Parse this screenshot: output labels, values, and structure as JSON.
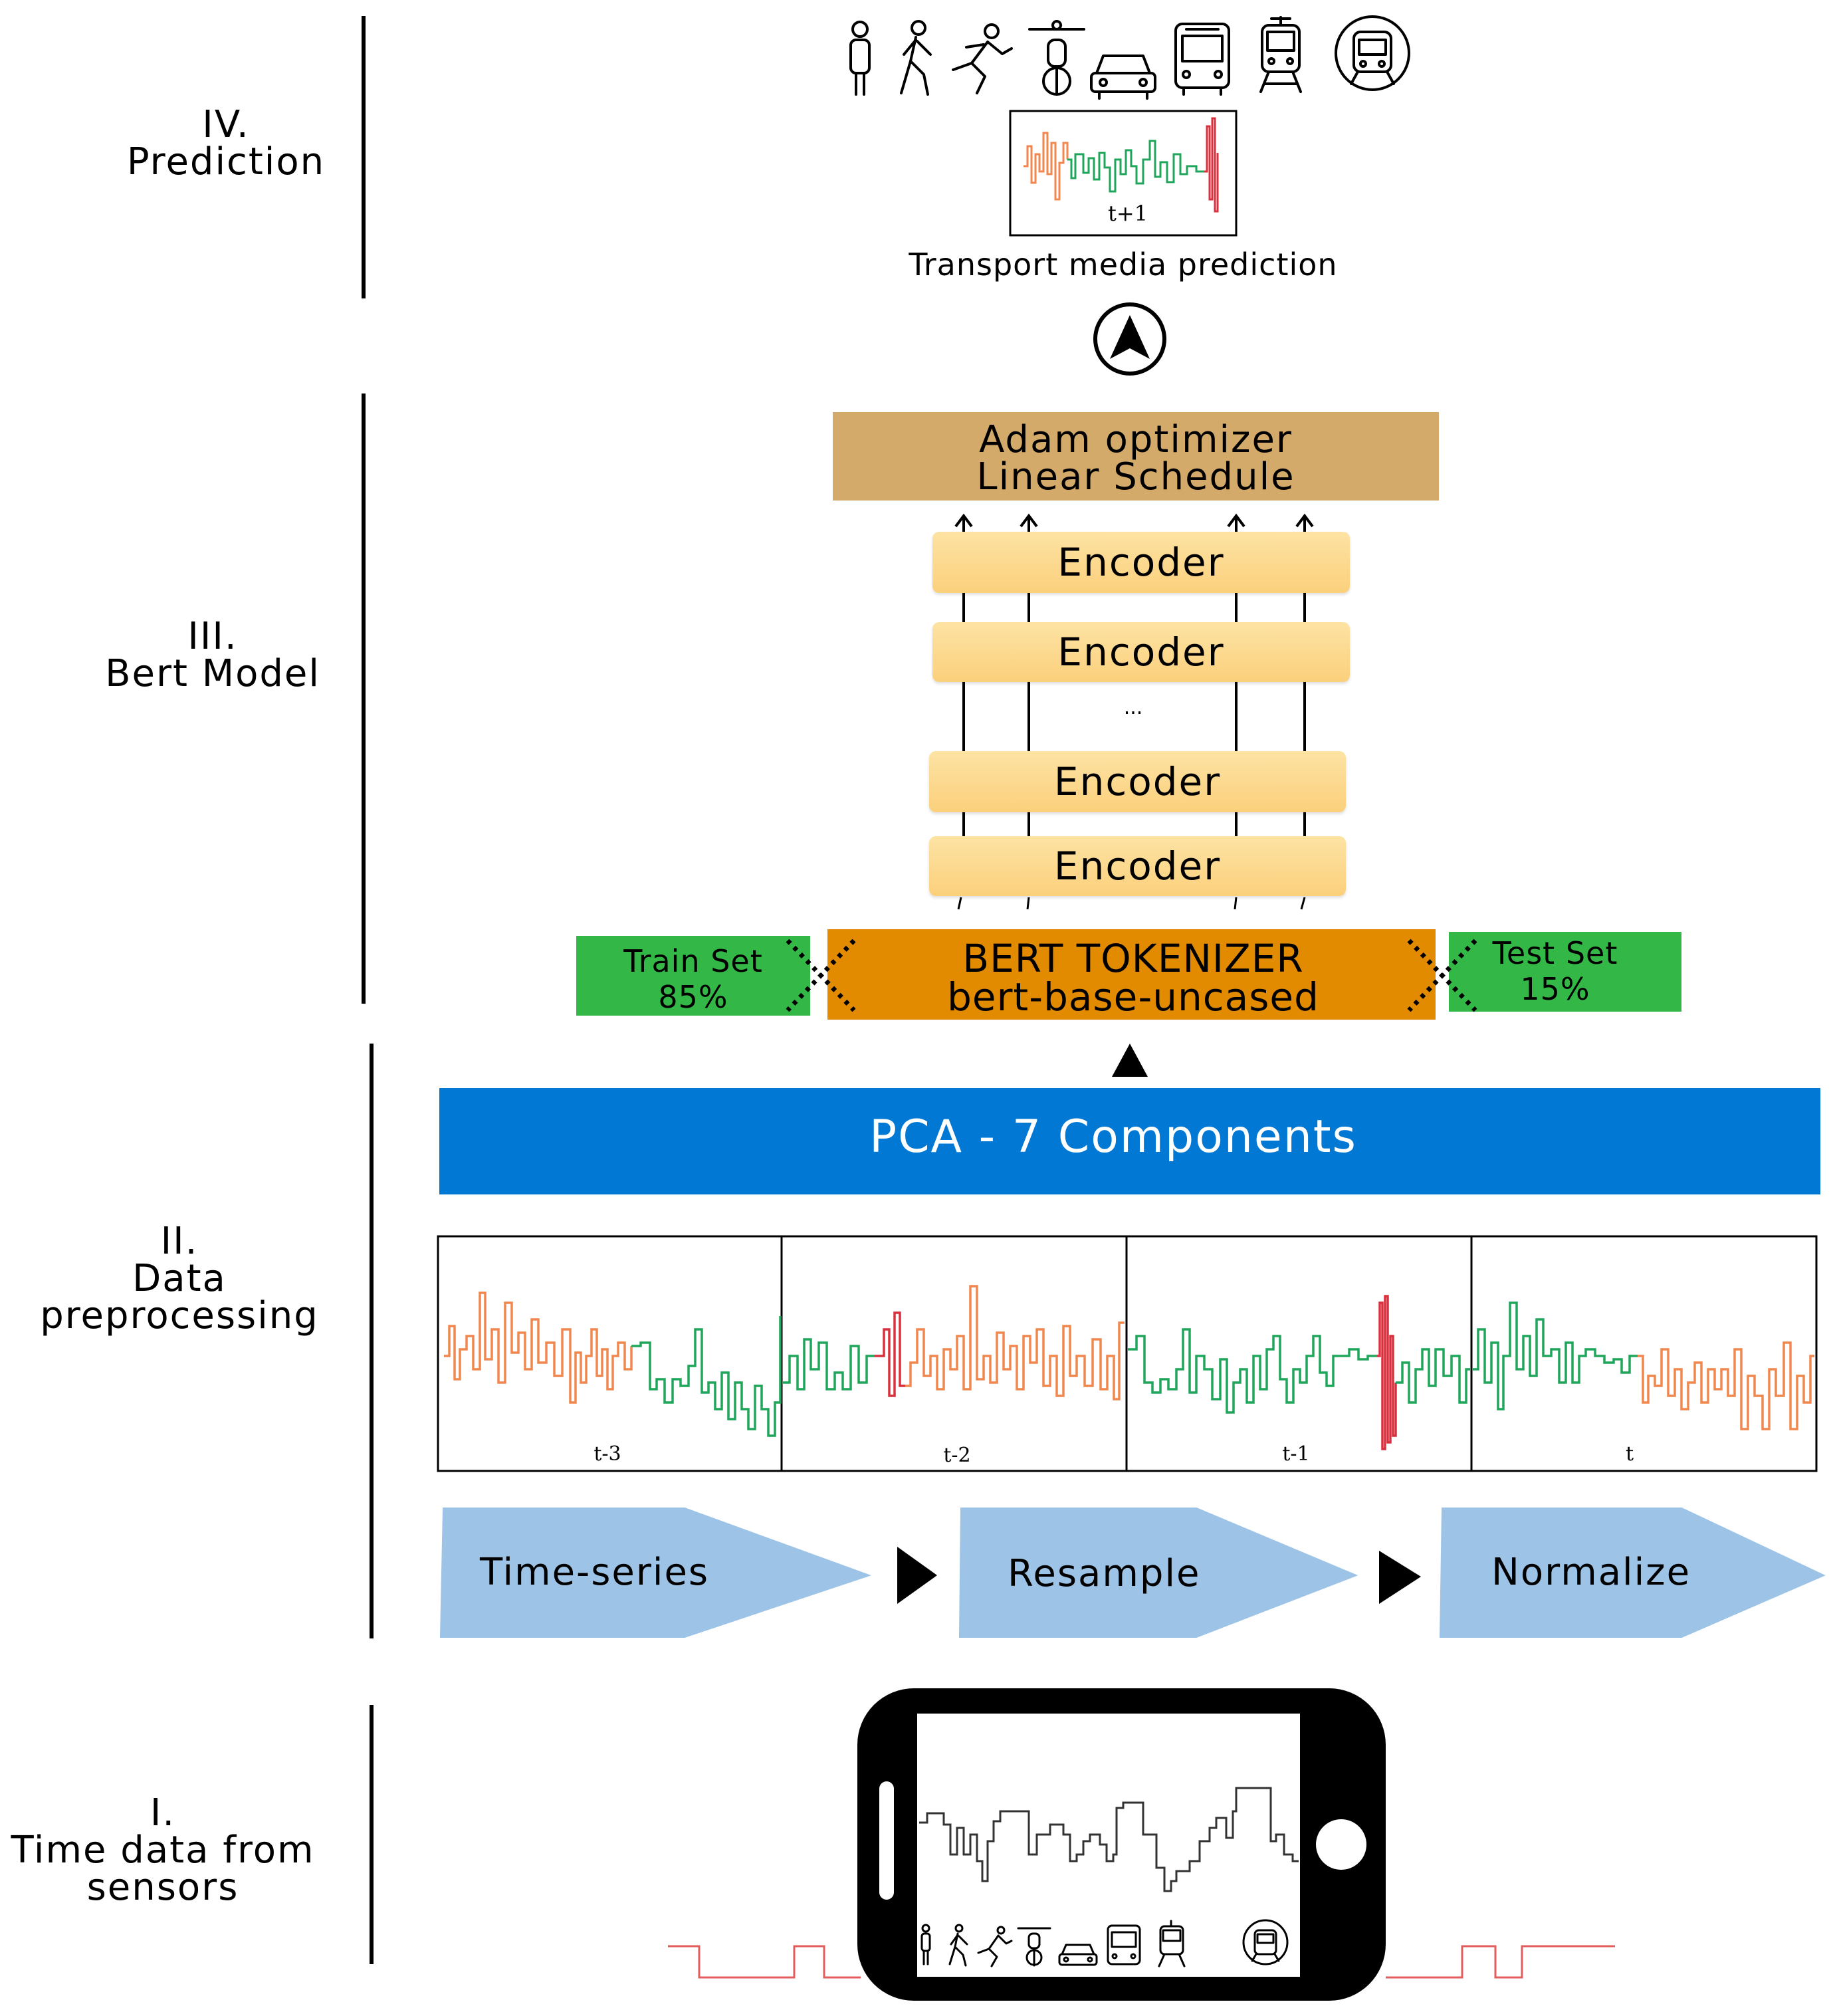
{
  "stages": [
    {
      "id": "prediction",
      "number": "IV.",
      "title": "Prediction"
    },
    {
      "id": "bert",
      "number": "III.",
      "title": "Bert Model"
    },
    {
      "id": "preprocessing",
      "number": "II.",
      "title": [
        "Data",
        "preprocessing"
      ]
    },
    {
      "id": "sensors",
      "number": "I.",
      "title": [
        "Time data from",
        "sensors"
      ]
    }
  ],
  "transport_icons": [
    "person-standing-icon",
    "walking-icon",
    "running-icon",
    "bicycle-icon",
    "car-icon",
    "bus-icon",
    "tram-icon",
    "train-icon"
  ],
  "prediction": {
    "tick": "t+1",
    "caption": "Transport media prediction"
  },
  "optimizer": {
    "line1": "Adam optimizer",
    "line2": "Linear Schedule"
  },
  "encoders": [
    "Encoder",
    "Encoder",
    "...",
    "Encoder",
    "Encoder"
  ],
  "tokenizer": {
    "line1": "BERT TOKENIZER",
    "line2": "bert-base-uncased"
  },
  "train_set": {
    "label": "Train Set",
    "value": "85%"
  },
  "test_set": {
    "label": "Test Set",
    "value": "15%"
  },
  "pca": {
    "label": "PCA - 7 Components"
  },
  "windows": [
    "t-3",
    "t-2",
    "t-1",
    "t"
  ],
  "pipeline": [
    "Time-series",
    "Resample",
    "Normalize"
  ],
  "colors": {
    "optimizer": "#d4aa6a",
    "tokenizer": "#e38b00",
    "split": "#33b847",
    "pca": "#0078d4",
    "pipeline": "#9dc3e6",
    "series_orange": "#f0874e",
    "series_green": "#1fa65b",
    "series_red": "#d9303e"
  }
}
